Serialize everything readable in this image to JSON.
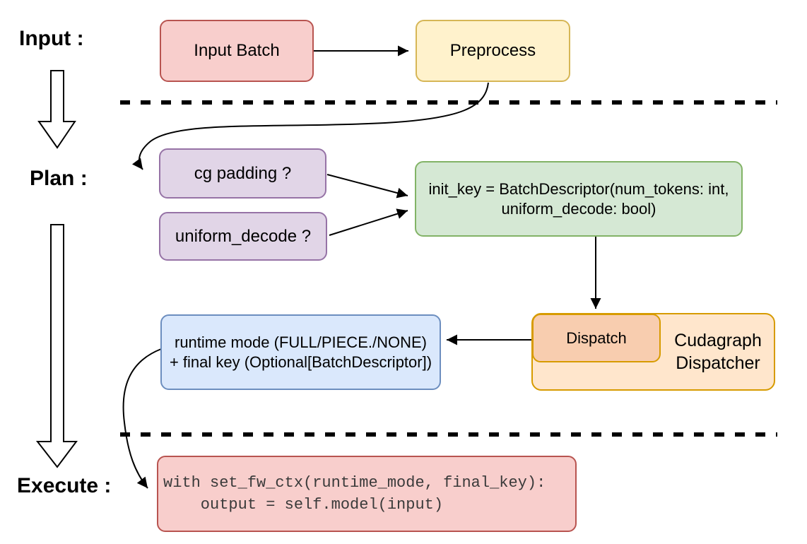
{
  "stages": {
    "input_label": "Input :",
    "plan_label": "Plan :",
    "execute_label": "Execute :"
  },
  "nodes": {
    "input_batch": "Input Batch",
    "preprocess": "Preprocess",
    "cg_padding": "cg padding ?",
    "uniform_decode": "uniform_decode ?",
    "init_key_line1": "init_key = BatchDescriptor(num_tokens: int,",
    "init_key_line2": "uniform_decode: bool)",
    "runtime_line1": "runtime mode (FULL/PIECE./NONE)",
    "runtime_line2": "+ final key (Optional[BatchDescriptor])",
    "dispatch": "Dispatch",
    "dispatcher_line1": "Cudagraph",
    "dispatcher_line2": "Dispatcher",
    "execute_code": "with set_fw_ctx(runtime_mode, final_key):\n    output = self.model(input)"
  },
  "colors": {
    "red_fill": "#F8CECC",
    "red_border": "#B85450",
    "yellow_fill": "#FFF2CC",
    "yellow_border": "#D6B656",
    "purple_fill": "#E1D5E7",
    "purple_border": "#9673A6",
    "green_fill": "#D5E8D4",
    "green_border": "#82B366",
    "blue_fill": "#DAE8FC",
    "blue_border": "#6C8EBF",
    "orange_fill": "#FFE6CC",
    "orange_border": "#D79B00",
    "dispatch_fill": "#F8CDAF",
    "connector": "#000000"
  }
}
